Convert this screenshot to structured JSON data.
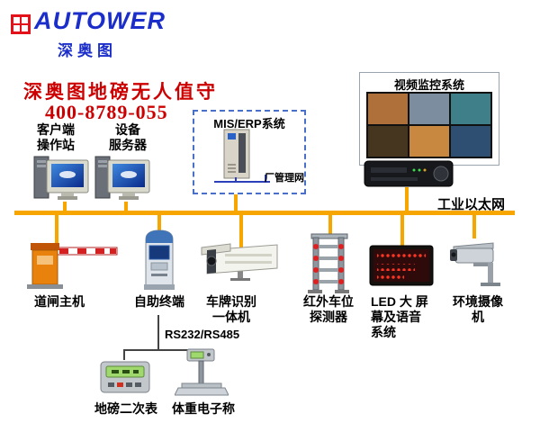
{
  "logo": {
    "brand": "AUTOWER",
    "subtitle": "深奥图"
  },
  "header": {
    "title": "深奥图地磅无人值守",
    "phone": "400-8789-055"
  },
  "bus": {
    "label": "工业以太网"
  },
  "mis": {
    "title": "MIS/ERP系统",
    "subnet": "厂管理网"
  },
  "video": {
    "title": "视频监控系统"
  },
  "stations": {
    "client": {
      "line1": "客户端",
      "line2": "操作站"
    },
    "server": {
      "line1": "设备",
      "line2": "服务器"
    }
  },
  "devices": {
    "barrier": {
      "label": "道闸主机"
    },
    "kiosk": {
      "label": "自助终端"
    },
    "lpr": {
      "line1": "车牌识别",
      "line2": "一体机"
    },
    "infrared": {
      "line1": "红外车位",
      "line2": "探测器"
    },
    "led": {
      "line1": "LED 大 屏",
      "line2": "幕及语音",
      "line3": "系统"
    },
    "envcam": {
      "line1": "环境摄像",
      "line2": "机"
    },
    "indicator": {
      "label": "地磅二次表"
    },
    "scale": {
      "label": "体重电子称"
    }
  },
  "serial": {
    "label": "RS232/RS485"
  },
  "colors": {
    "accent_orange": "#f7a600",
    "brand_blue": "#1b2ec9",
    "title_red": "#cc0000",
    "logo_red": "#e3121a",
    "subnet_blue": "#2a3fb8"
  }
}
